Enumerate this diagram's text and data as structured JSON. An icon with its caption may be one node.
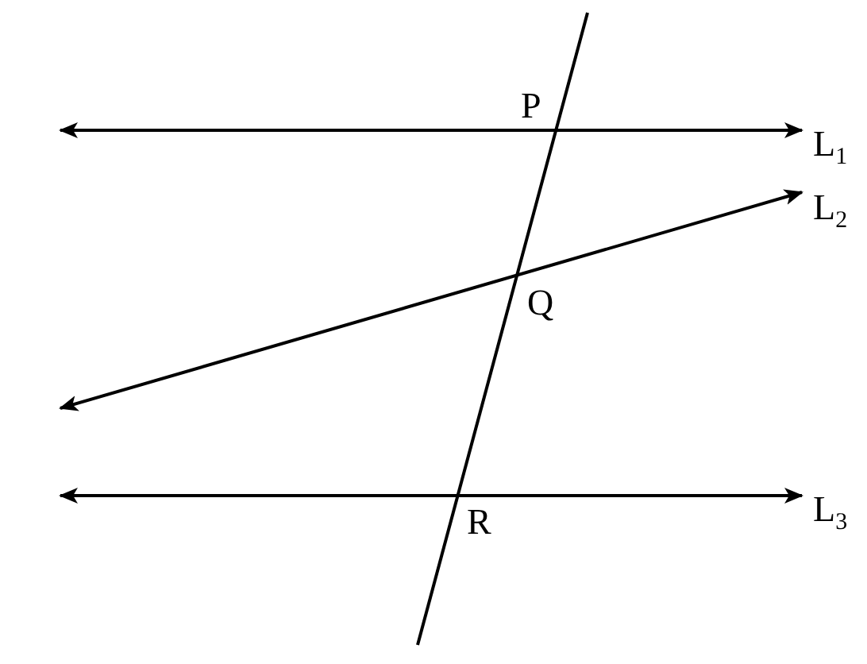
{
  "diagram": {
    "labels": [
      "P",
      "L$_{1}$",
      "L$_{2}$",
      "Q",
      "R",
      "L$_{3}$"
    ]
  }
}
